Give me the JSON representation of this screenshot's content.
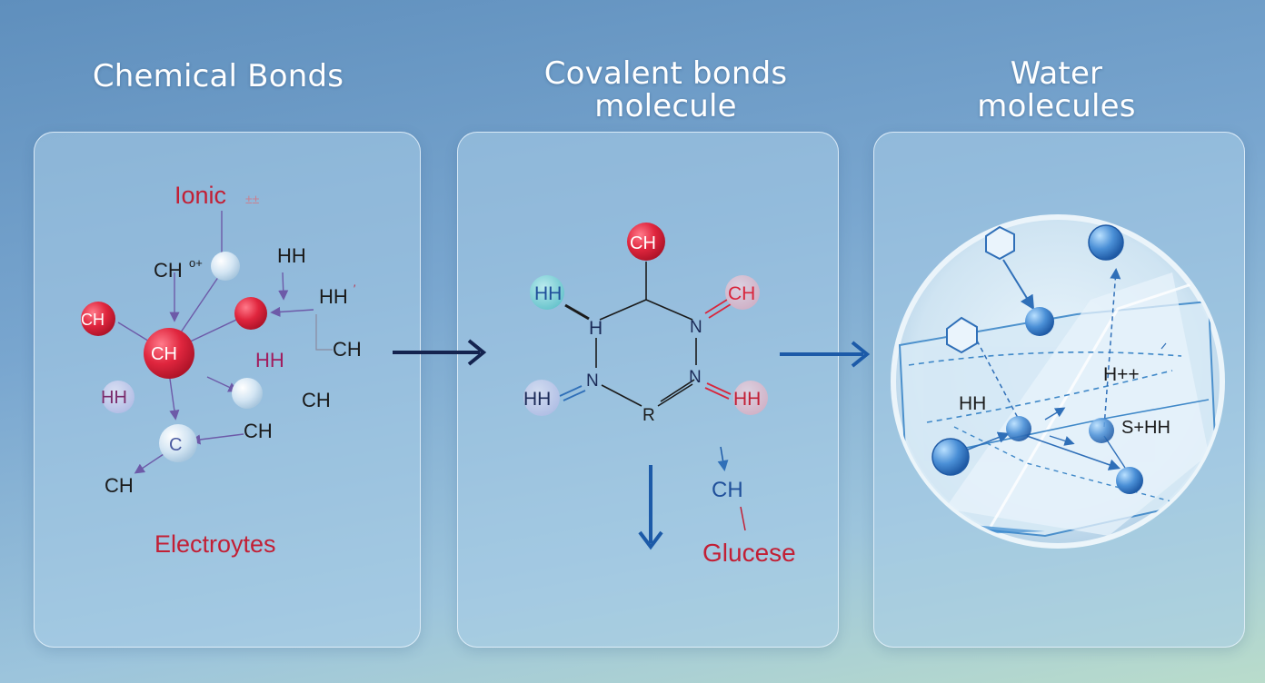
{
  "colors": {
    "red": "#d8263c",
    "dark_red": "#c21f35",
    "navy": "#1b2a57",
    "blue": "#1e4f9c",
    "label": "#1b1b1b",
    "atom_blue": "#3f88d0"
  },
  "titles": {
    "panel1": "Chemical Bonds",
    "panel2_line1": "Covalent bonds",
    "panel2_line2": "molecule",
    "panel3_line1": "Water",
    "panel3_line2": "molecules"
  },
  "panel1": {
    "ionic": "Ionic",
    "ionic_suffix": "±±",
    "labels": {
      "ch_top": "CH",
      "ch_top_sup": "o+",
      "hh_top": "HH",
      "ch_left": "CH",
      "ch_center": "CH",
      "hh_right_sup": "HH",
      "hh_right_sup_mark": "′",
      "hh_mid": "HH",
      "ch_right": "CH",
      "hh_left": "HH",
      "ch_mid_right": "CH",
      "c_atom": "C",
      "ch_lower_right": "CH",
      "ch_bottom": "CH"
    },
    "footer": "Electroytes"
  },
  "panel2": {
    "labels": {
      "ch_top": "CH",
      "hh_left": "HH",
      "h_ring": "H",
      "n_right": "N",
      "ch_right": "CH",
      "hh_bottom_left": "HH",
      "n_left": "N",
      "n_bottom_right": "N",
      "hh_right": "HH",
      "r_bottom": "R",
      "ch_small": "CH"
    },
    "footer": "Glucese"
  },
  "panel3": {
    "labels": {
      "hh_left": "HH",
      "hpp": "H++",
      "shh": "S+HH"
    }
  },
  "icons": [
    "right-arrow-icon",
    "right-arrow-icon",
    "down-arrow-icon"
  ]
}
